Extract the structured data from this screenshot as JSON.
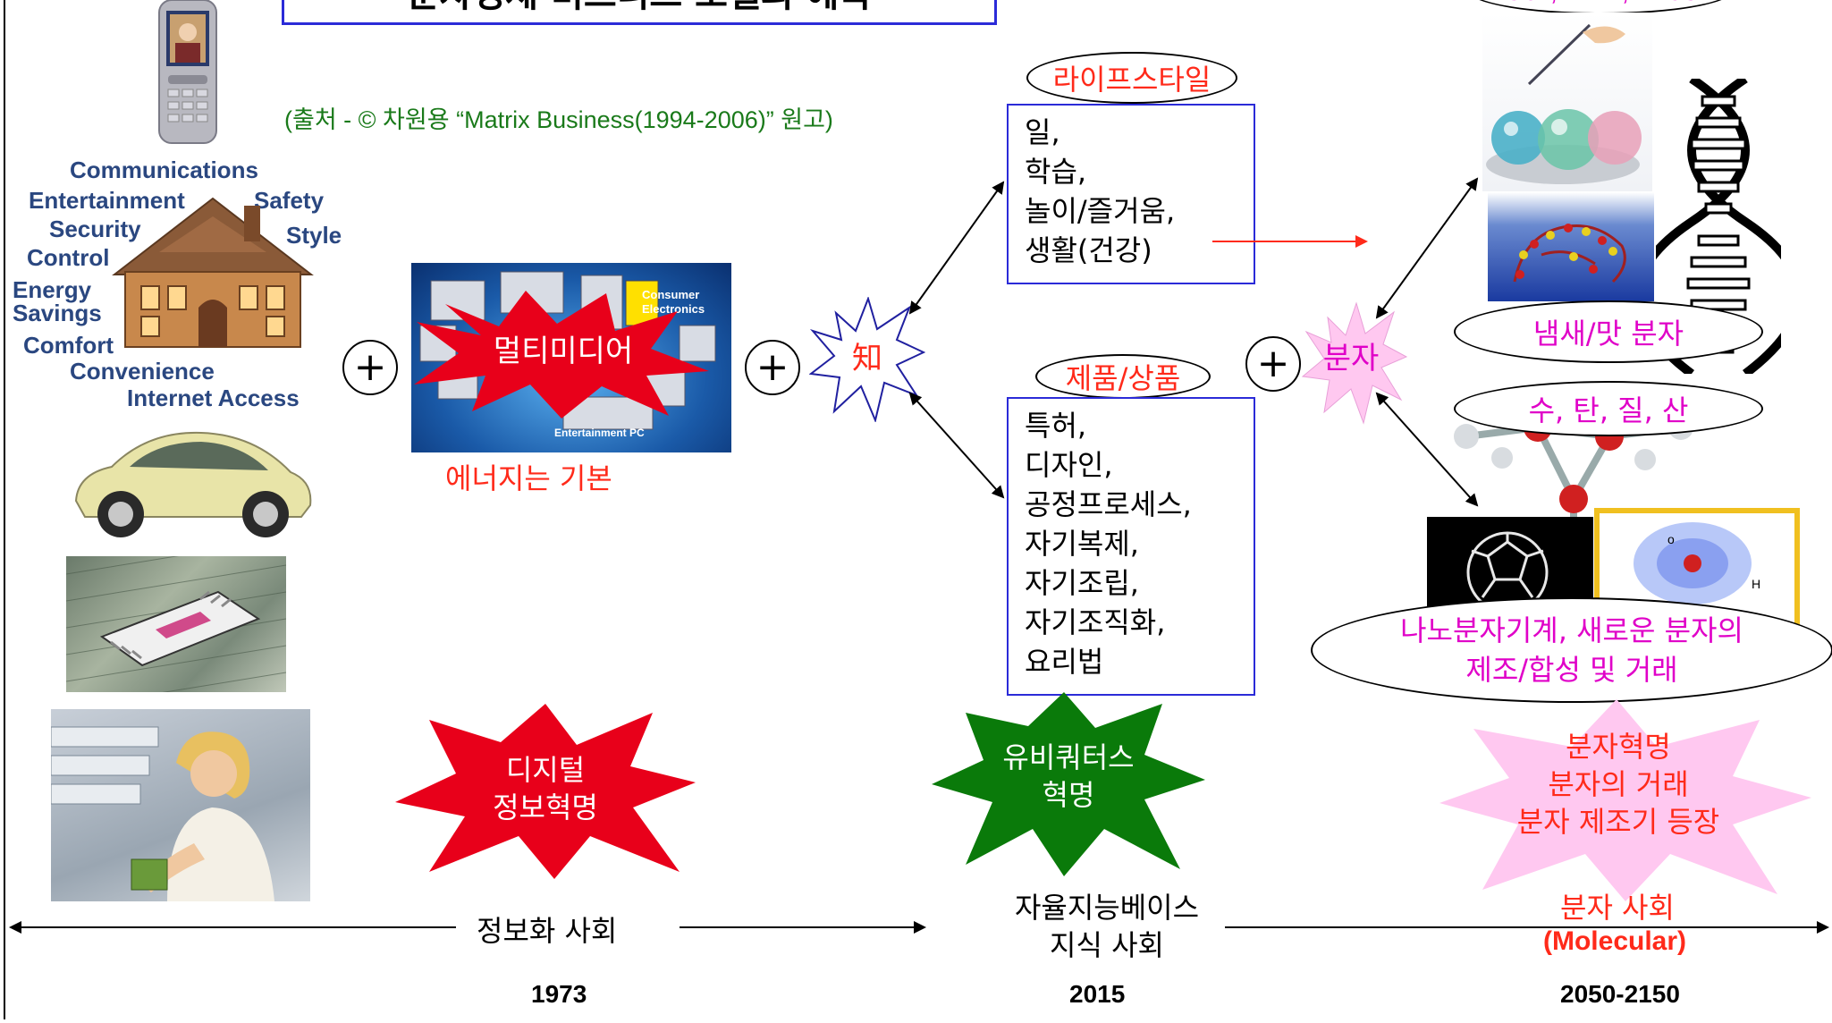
{
  "title": "분자경제 비즈니스 모델의 예측",
  "source": "(출처 - © 차원용 “Matrix Business(1994-2006)” 원고)",
  "keywords": [
    "Communications",
    "Entertainment",
    "Safety",
    "Security",
    "Style",
    "Control",
    "Energy",
    "Savings",
    "Comfort",
    "Convenience",
    "Internet Access"
  ],
  "multimedia": {
    "burst": "멀티미디어",
    "caption": "에너지는 기본",
    "image_labels": {
      "consumer": "Consumer Electronics",
      "entertainment": "Entertainment PC"
    }
  },
  "knowledge_burst": "知",
  "lifestyle": {
    "ellipse": "라이프스타일",
    "items": [
      "일,",
      "학습,",
      "놀이/즐거움,",
      "생활(건강)"
    ]
  },
  "products": {
    "ellipse": "제품/상품",
    "items": [
      "특허,",
      "디자인,",
      "공정프로세스,",
      "자기복제,",
      "자기조립,",
      "자기조직화,",
      "요리법"
    ]
  },
  "molecule_burst": "분자",
  "right": {
    "top_ellipse": "Cell, DNA, Virus",
    "smell": "냄새/맛 분자",
    "elements": "수, 탄, 질, 산",
    "nano": [
      "나노분자기계, 새로운 분자의",
      "제조/합성 및 거래"
    ]
  },
  "revolutions": {
    "digital": [
      "디지털",
      "정보혁명"
    ],
    "ubiquitous": [
      "유비쿼터스",
      "혁명"
    ],
    "molecular": [
      "분자혁명",
      "분자의 거래",
      "분자 제조기 등장"
    ]
  },
  "eras": {
    "info": "정보화 사회",
    "knowledge": [
      "자율지능베이스",
      "지식 사회"
    ],
    "molecular": "분자 사회",
    "molecular_en": "(Molecular)"
  },
  "years": [
    "1973",
    "2015",
    "2050-2150"
  ],
  "colors": {
    "blue_border": "#2b2bd8",
    "red": "#ff2a1a",
    "magenta": "#e000c8",
    "green": "#006400",
    "star_red": "#e8001a",
    "pink": "#ffc8f0"
  }
}
